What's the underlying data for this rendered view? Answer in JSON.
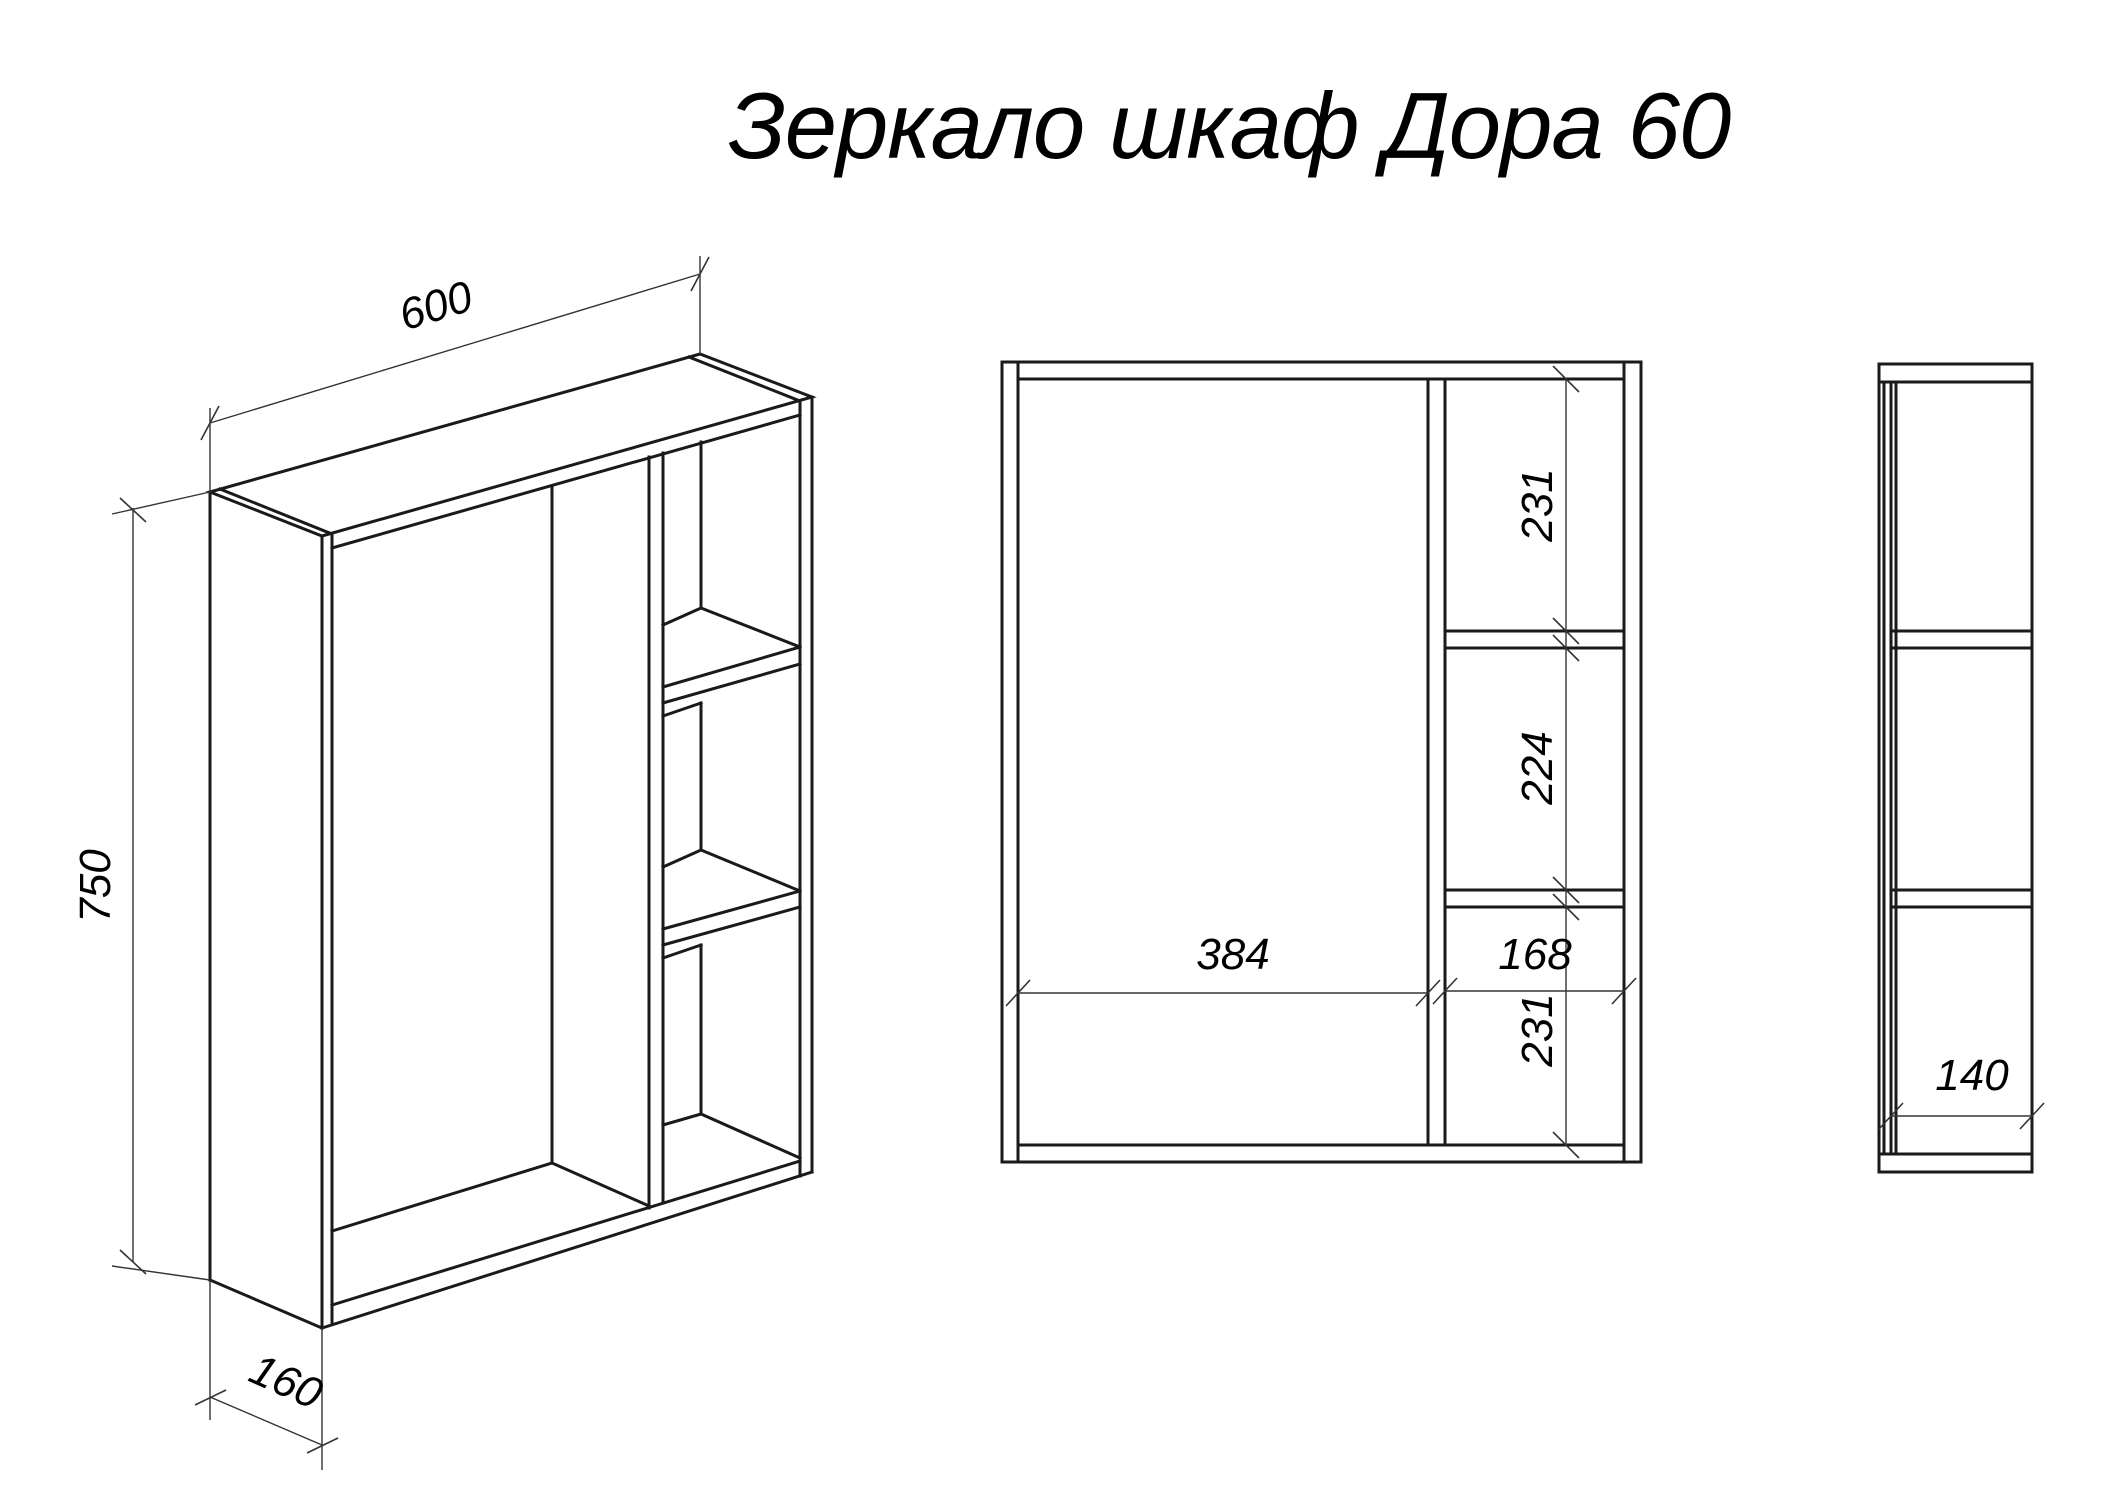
{
  "title": "Зеркало шкаф Дора 60",
  "colors": {
    "line": "#1a1a1a",
    "dimension_line": "#333333",
    "background": "#ffffff"
  },
  "isometric_view": {
    "dimensions": {
      "width": "600",
      "height": "750",
      "depth": "160"
    }
  },
  "front_view": {
    "dimensions": {
      "left_compartment_width": "384",
      "right_compartment_width": "168",
      "shelf_top_height": "231",
      "shelf_middle_height": "224",
      "shelf_bottom_height": "231"
    }
  },
  "side_view": {
    "dimensions": {
      "inner_depth": "140"
    }
  }
}
